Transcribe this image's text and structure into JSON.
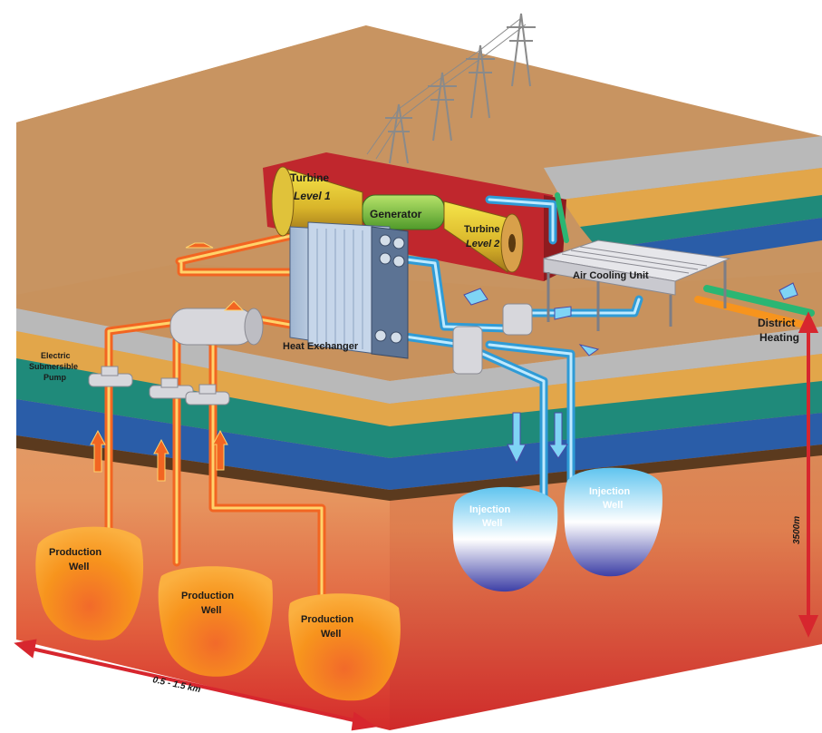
{
  "labels": {
    "turbine1_name": "Turbine",
    "turbine1_level": "Level 1",
    "generator": "Generator",
    "turbine2_name": "Turbine",
    "turbine2_level": "Level 2",
    "air_cooling": "Air Cooling Unit",
    "heat_exchanger": "Heat Exchanger",
    "pump_line1": "Electric",
    "pump_line2": "Submersible",
    "pump_line3": "Pump",
    "district_line1": "District",
    "district_line2": "Heating",
    "production_line1": "Production",
    "production_line2": "Well",
    "injection_line1": "Injection",
    "injection_line2": "Well",
    "depth": "3500m",
    "width": "0.5 - 1.5 km"
  },
  "colors": {
    "hot_pipe": "#f26522",
    "cold_pipe": "#7fd4f5",
    "production_well": "#f7941d",
    "injection_well": "#c8ecfa",
    "ground_top": "#c89461",
    "dimension_arrow": "#d7262e"
  }
}
